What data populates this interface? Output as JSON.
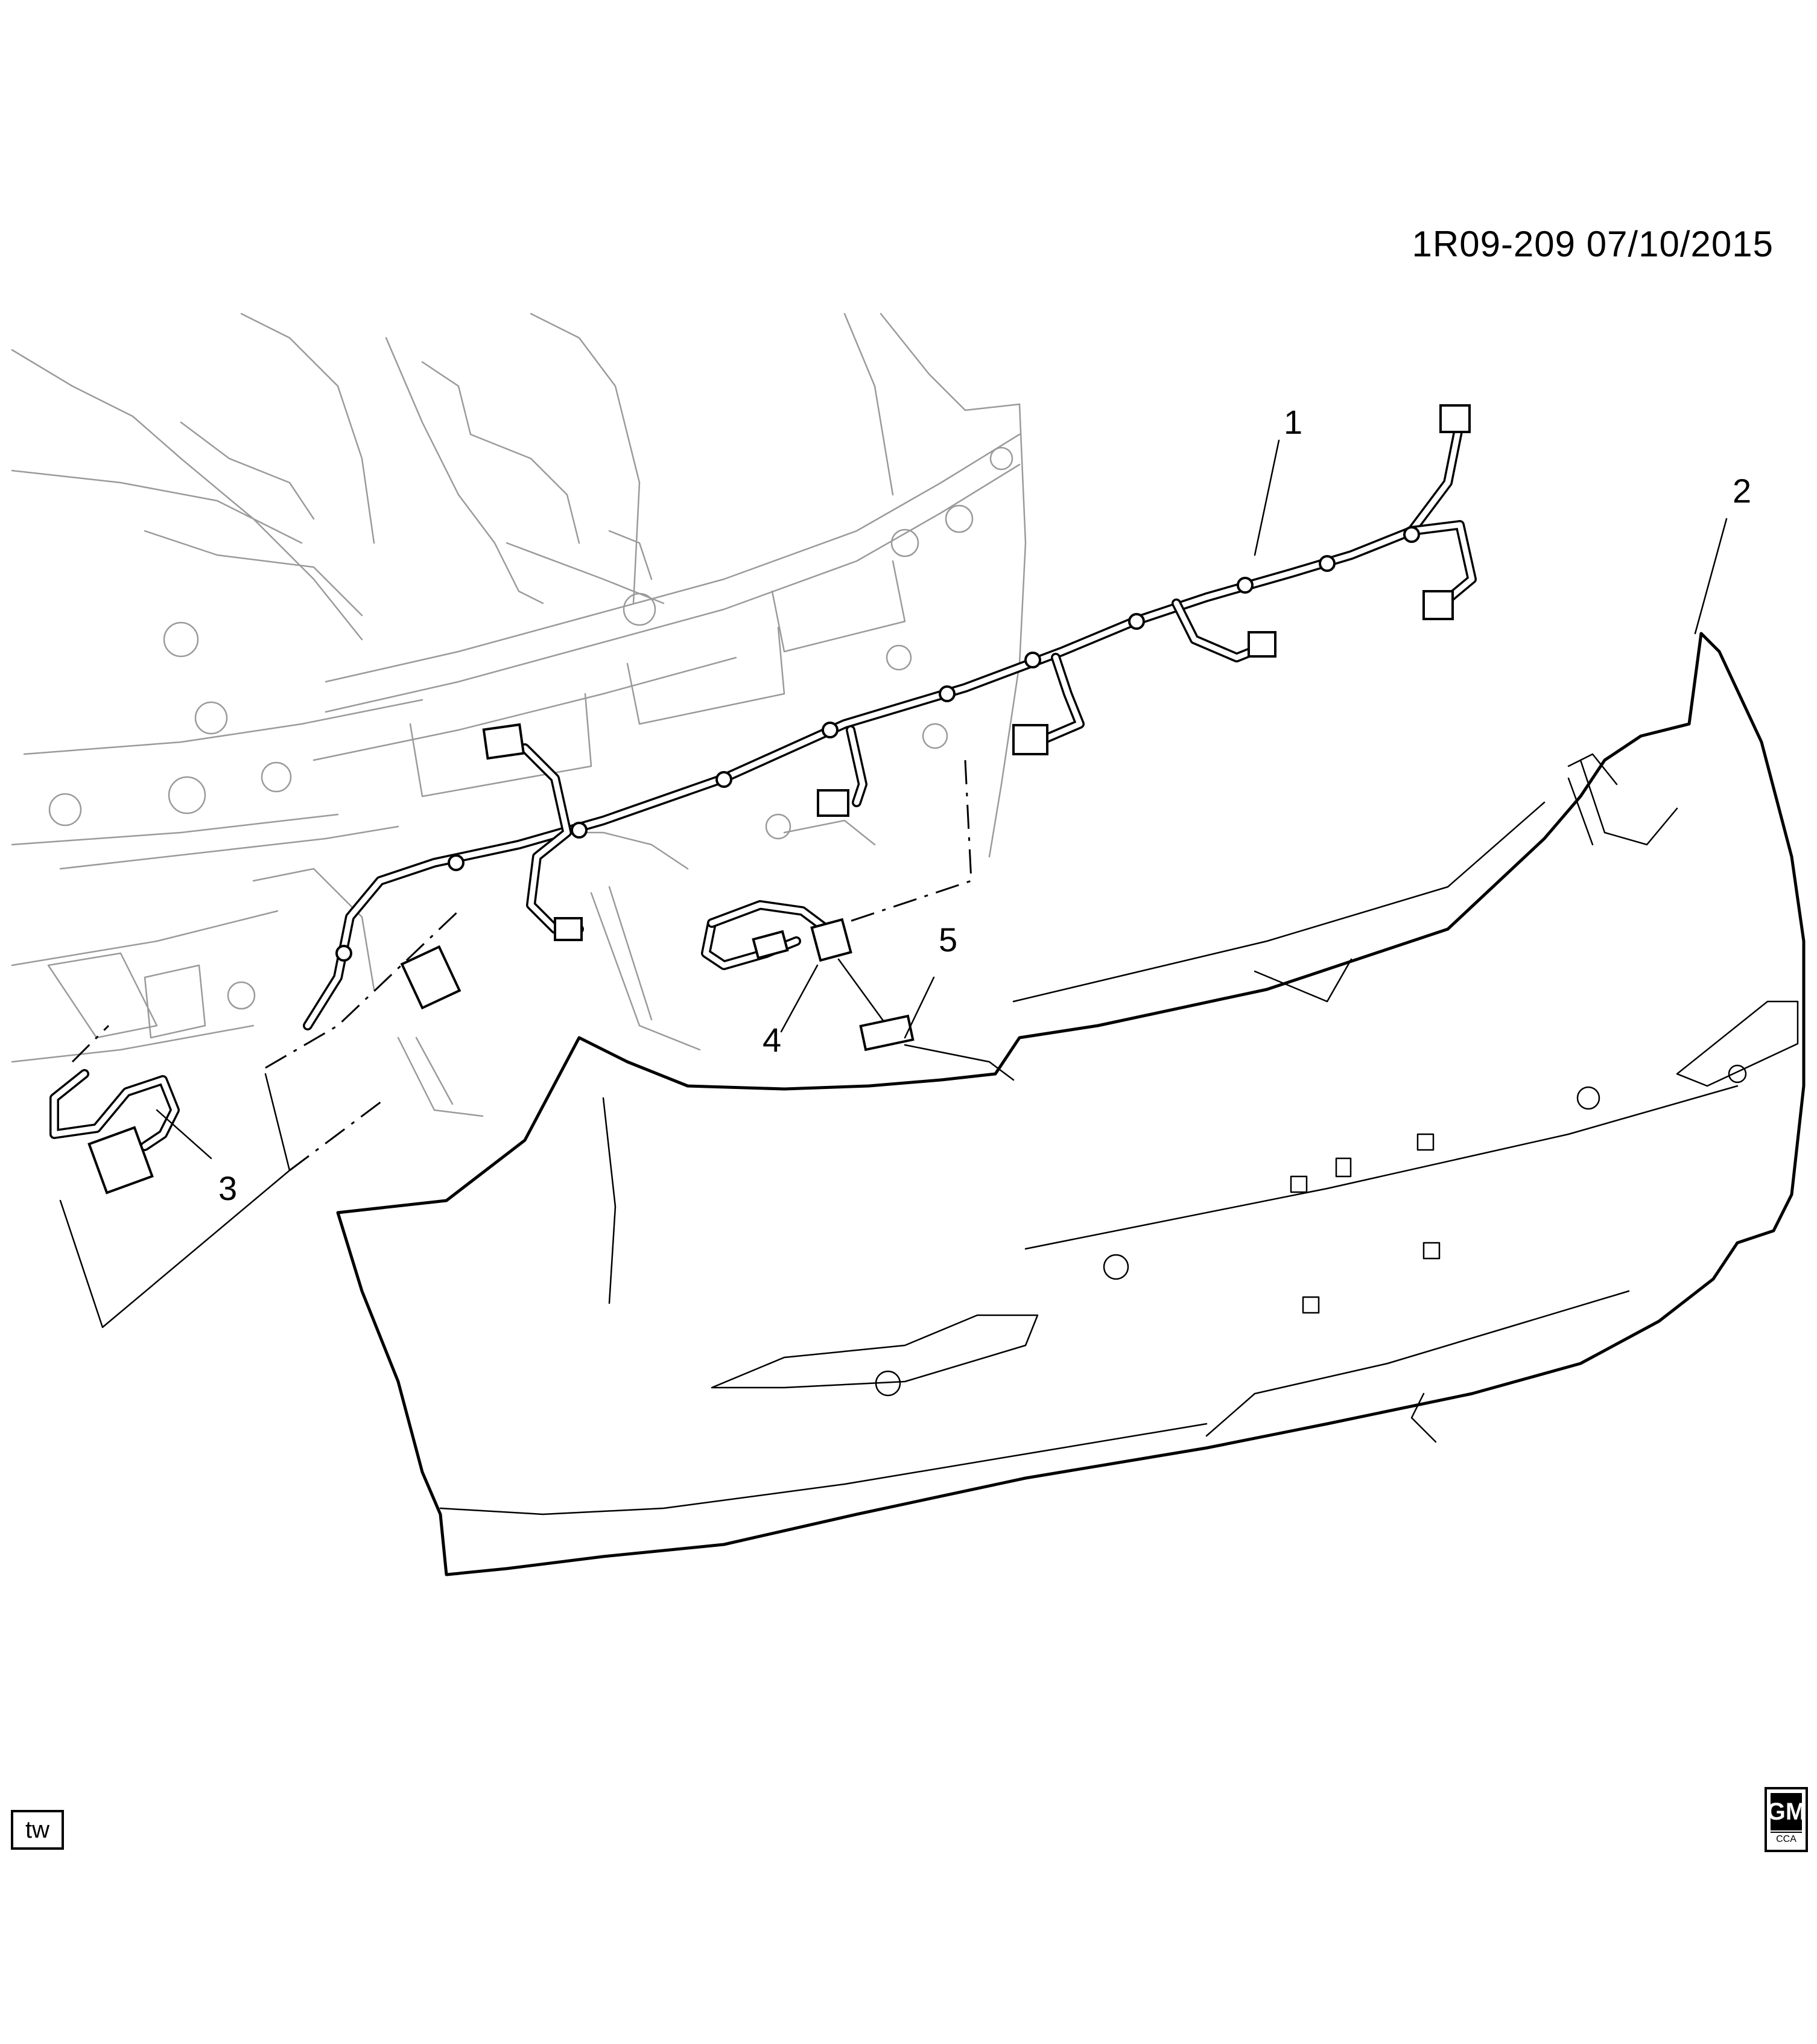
{
  "document": {
    "id_date": "1R09-209  07/10/2015",
    "corner_mark": "tw"
  },
  "logo": {
    "brand": "GM",
    "sub": "CCA"
  },
  "callouts": [
    {
      "number": "1",
      "part": "harness"
    },
    {
      "number": "2",
      "part": "bumper fascia"
    },
    {
      "number": "3",
      "part": "harness connector"
    },
    {
      "number": "4",
      "part": "connector"
    },
    {
      "number": "5",
      "part": "sensor"
    }
  ]
}
